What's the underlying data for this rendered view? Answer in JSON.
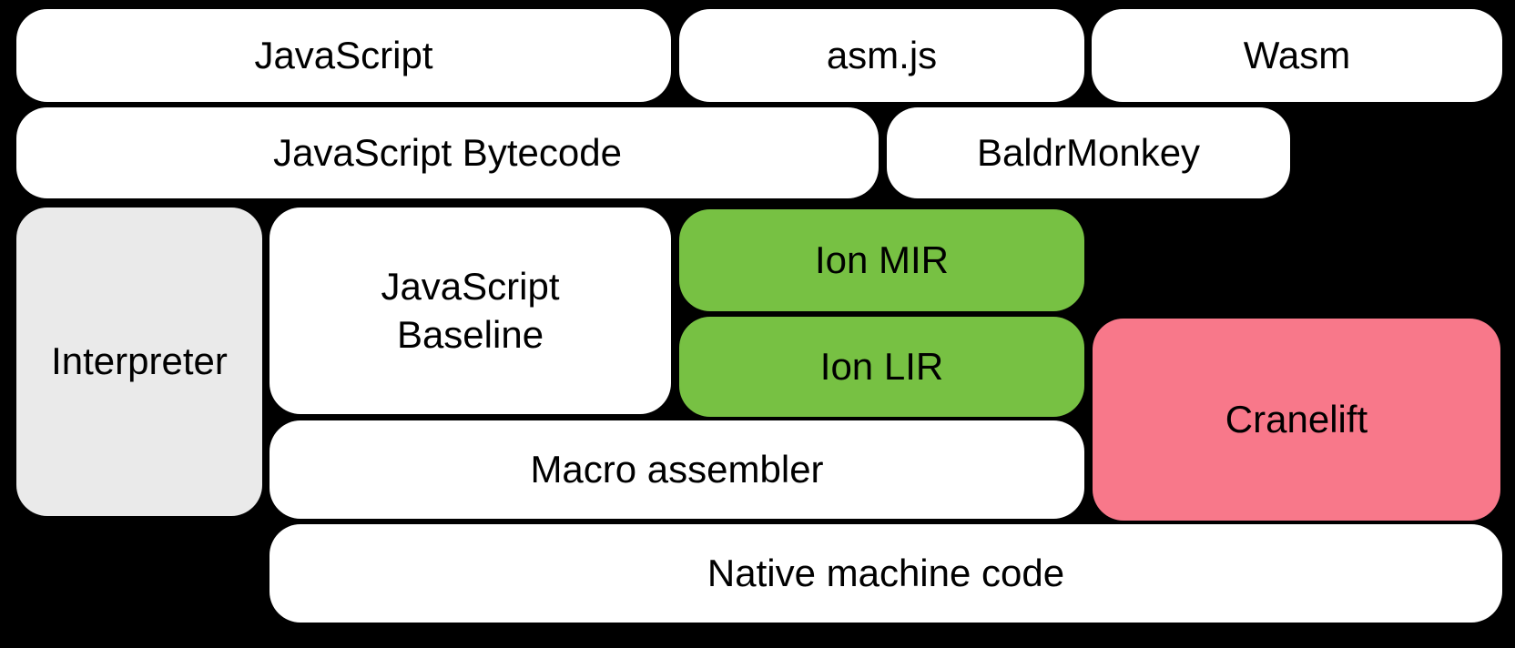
{
  "diagram": {
    "description": "Compiler pipeline diagram",
    "colors": {
      "background": "#000000",
      "box_default": "#ffffff",
      "interpreter_gray": "#eaeaea",
      "ion_green": "#77c143",
      "cranelift_pink": "#f8788a",
      "text": "#000000"
    },
    "nodes": {
      "javascript": {
        "label": "JavaScript"
      },
      "asmjs": {
        "label": "asm.js"
      },
      "wasm": {
        "label": "Wasm"
      },
      "bytecode": {
        "label": "JavaScript Bytecode"
      },
      "baldrmonkey": {
        "label": "BaldrMonkey"
      },
      "interpreter": {
        "label": "Interpreter"
      },
      "baseline": {
        "label": "JavaScript\nBaseline"
      },
      "ion_mir": {
        "label": "Ion MIR"
      },
      "ion_lir": {
        "label": "Ion LIR"
      },
      "cranelift": {
        "label": "Cranelift"
      },
      "macro_assembler": {
        "label": "Macro assembler"
      },
      "native": {
        "label": "Native machine code"
      }
    }
  }
}
